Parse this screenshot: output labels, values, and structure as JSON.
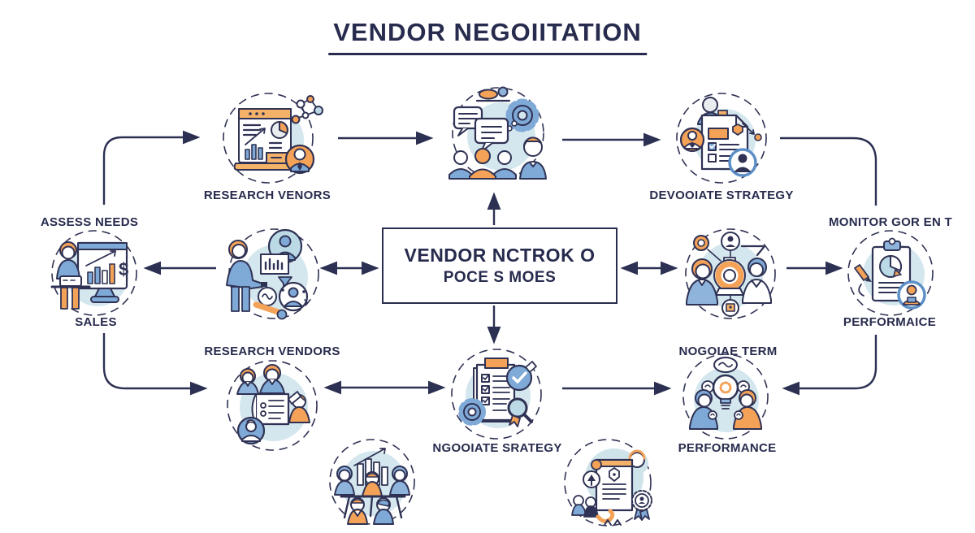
{
  "title": "VENDOR NEGOIITATION",
  "center_box": {
    "line1": "VENDOR NCTROK O",
    "line2": "POCE S MOES"
  },
  "nodes": {
    "top_left": {
      "label": "RESEARCH VENORS",
      "icon": "clipboard-chart-molecule-person-icon"
    },
    "top_center": {
      "icon": "discussion-gear-team-icon"
    },
    "top_right": {
      "label": "DEVOOIATE STRATEGY",
      "icon": "document-checklist-person-icon"
    },
    "left": {
      "label_top": "ASSESS NEEDS",
      "label_bottom": "SALES",
      "dollar": "$",
      "icon": "presenter-chart-dollar-icon"
    },
    "mid_left": {
      "label": "RESEARCH VENDORS",
      "icon": "person-analytics-avatars-icon"
    },
    "mid_right": {
      "label": "NOGOIAE TERM",
      "icon": "team-network-icon"
    },
    "right": {
      "label_top": "MONITOR GOR EN T",
      "label_bottom": "PERFORMAICE",
      "icon": "clipboard-pie-person-icon"
    },
    "bottom_center": {
      "label": "NGOOIATE SRATEGY",
      "icon": "checklist-gear-magnifier-icon"
    },
    "bottom_left": {
      "icon": "team-document-icon"
    },
    "bottom_right": {
      "label": "PERFORMANCE",
      "icon": "team-lightbulb-icon"
    },
    "bottom_extra_left": {
      "icon": "meeting-chart-icon"
    },
    "bottom_extra_right": {
      "icon": "certificate-award-icon"
    }
  },
  "colors": {
    "navy": "#2f3254",
    "text": "#272b4d",
    "blue": "#7fa9d6",
    "blue_light": "#8fb4dc",
    "pale_blue": "#d5e7ee",
    "avatar_blue": "#bcd9e6",
    "orange": "#f4a258",
    "orange_light": "#f4b269"
  }
}
